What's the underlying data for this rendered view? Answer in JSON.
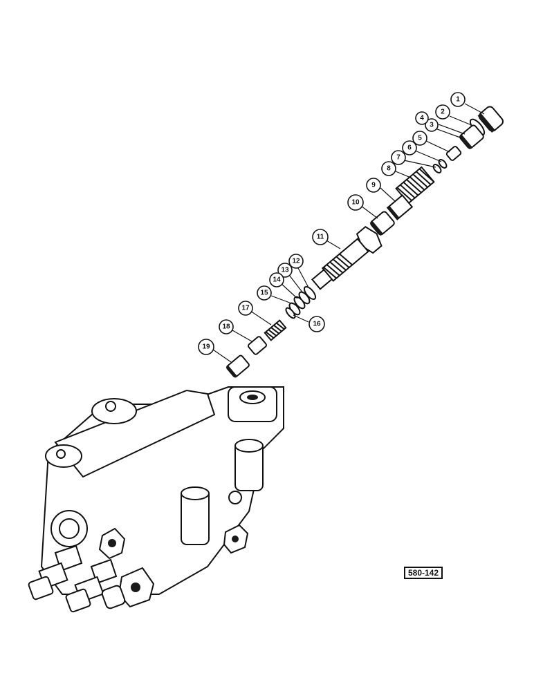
{
  "diagram": {
    "reference_code": "580-142",
    "callouts": [
      {
        "id": "c1",
        "label": "1"
      },
      {
        "id": "c2",
        "label": "2"
      },
      {
        "id": "c3",
        "label": "3"
      },
      {
        "id": "c4",
        "label": "4"
      },
      {
        "id": "c5",
        "label": "5"
      },
      {
        "id": "c6",
        "label": "6"
      },
      {
        "id": "c7",
        "label": "7"
      },
      {
        "id": "c8",
        "label": "8"
      },
      {
        "id": "c9",
        "label": "9"
      },
      {
        "id": "c10",
        "label": "10"
      },
      {
        "id": "c11",
        "label": "11"
      },
      {
        "id": "c12",
        "label": "12"
      },
      {
        "id": "c13",
        "label": "13"
      },
      {
        "id": "c14",
        "label": "14"
      },
      {
        "id": "c15",
        "label": "15"
      },
      {
        "id": "c16",
        "label": "16"
      },
      {
        "id": "c17",
        "label": "17"
      },
      {
        "id": "c18",
        "label": "18"
      },
      {
        "id": "c19",
        "label": "19"
      }
    ]
  }
}
